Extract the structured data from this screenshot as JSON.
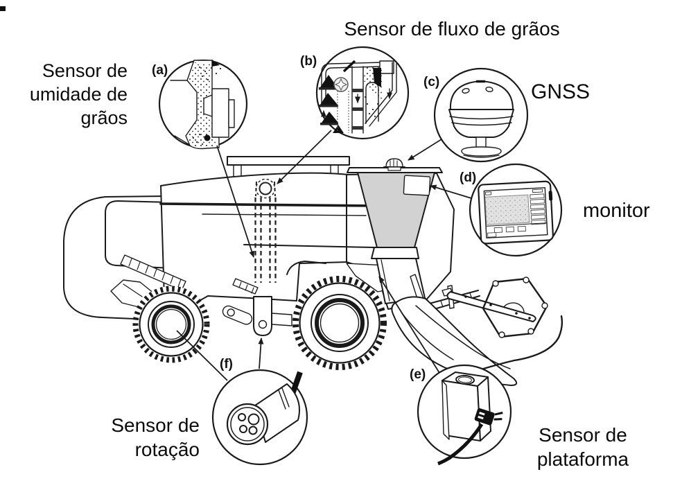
{
  "figure": {
    "type": "technical-diagram",
    "subject": "combine harvester precision-agriculture sensors",
    "language": "pt-BR",
    "colors": {
      "ink": "#1a1a1a",
      "text": "#0b0b0b",
      "cab_gray": "#d2d2d2"
    },
    "callouts": [
      {
        "tag": "(a)",
        "label": "Sensor de\numidade de\ngrãos",
        "sensor": "grain-moisture-sensor"
      },
      {
        "tag": "(b)",
        "label": "Sensor de fluxo de grãos",
        "sensor": "grain-flow-sensor"
      },
      {
        "tag": "(c)",
        "label": "GNSS",
        "sensor": "gnss-antenna"
      },
      {
        "tag": "(d)",
        "label": "monitor",
        "sensor": "cab-display-monitor"
      },
      {
        "tag": "(e)",
        "label": "Sensor de\nplataforma",
        "sensor": "header-platform-sensor"
      },
      {
        "tag": "(f)",
        "label": "Sensor de\nrotação",
        "sensor": "rotation-sensor"
      }
    ]
  }
}
